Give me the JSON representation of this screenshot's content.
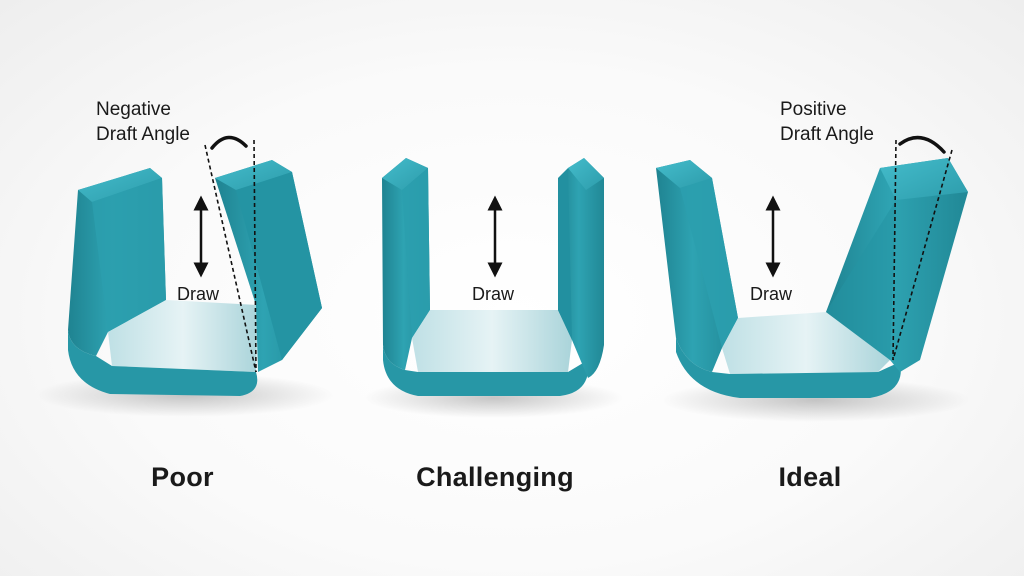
{
  "colors": {
    "part_main": "#2a9fae",
    "part_light": "#3cb4c3",
    "part_dark": "#1e7f8c",
    "floor": "#c9e2e6",
    "line": "#111111",
    "text": "#1a1a1a"
  },
  "panels": [
    {
      "id": "poor",
      "caption": "Poor",
      "draw_label": "Draw",
      "angle_label_line1": "Negative",
      "angle_label_line2": "Draft Angle"
    },
    {
      "id": "challenging",
      "caption": "Challenging",
      "draw_label": "Draw"
    },
    {
      "id": "ideal",
      "caption": "Ideal",
      "draw_label": "Draw",
      "angle_label_line1": "Positive",
      "angle_label_line2": "Draft Angle"
    }
  ]
}
